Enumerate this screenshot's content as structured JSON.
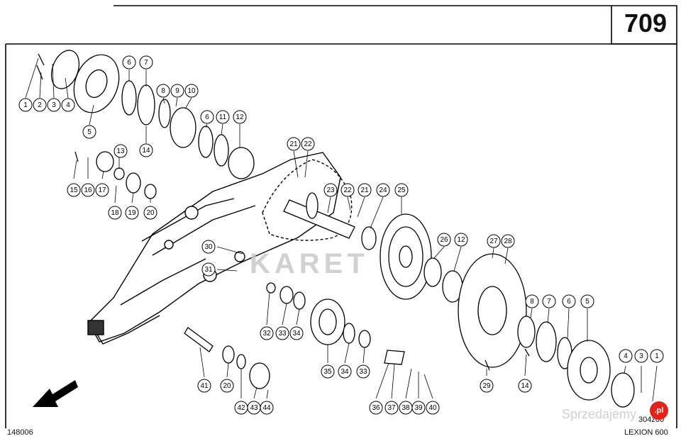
{
  "page_number": "709",
  "drawing_id": "148006",
  "reference_code": "304z00",
  "model_label": "LEXION 600",
  "watermark_text": "KARET",
  "watermark_site": "Sprzedajemy",
  "watermark_badge": ".pl",
  "callouts": [
    {
      "id": "c1a",
      "label": "1"
    },
    {
      "id": "c2a",
      "label": "2"
    },
    {
      "id": "c3a",
      "label": "3"
    },
    {
      "id": "c4a",
      "label": "4"
    },
    {
      "id": "c5a",
      "label": "5"
    },
    {
      "id": "c6a",
      "label": "6"
    },
    {
      "id": "c7a",
      "label": "7"
    },
    {
      "id": "c8a",
      "label": "8"
    },
    {
      "id": "c9",
      "label": "9"
    },
    {
      "id": "c10",
      "label": "10"
    },
    {
      "id": "c14a",
      "label": "14"
    },
    {
      "id": "c6b",
      "label": "6"
    },
    {
      "id": "c11",
      "label": "11"
    },
    {
      "id": "c12a",
      "label": "12"
    },
    {
      "id": "c13",
      "label": "13"
    },
    {
      "id": "c15",
      "label": "15"
    },
    {
      "id": "c16",
      "label": "16"
    },
    {
      "id": "c17",
      "label": "17"
    },
    {
      "id": "c18",
      "label": "18"
    },
    {
      "id": "c19",
      "label": "19"
    },
    {
      "id": "c20a",
      "label": "20"
    },
    {
      "id": "c21a",
      "label": "21"
    },
    {
      "id": "c22a",
      "label": "22"
    },
    {
      "id": "c23",
      "label": "23"
    },
    {
      "id": "c22b",
      "label": "22"
    },
    {
      "id": "c21b",
      "label": "21"
    },
    {
      "id": "c24",
      "label": "24"
    },
    {
      "id": "c25",
      "label": "25"
    },
    {
      "id": "c26",
      "label": "26"
    },
    {
      "id": "c12b",
      "label": "12"
    },
    {
      "id": "c27",
      "label": "27"
    },
    {
      "id": "c28",
      "label": "28"
    },
    {
      "id": "c30",
      "label": "30"
    },
    {
      "id": "c31",
      "label": "31"
    },
    {
      "id": "c8b",
      "label": "8"
    },
    {
      "id": "c7b",
      "label": "7"
    },
    {
      "id": "c6c",
      "label": "6"
    },
    {
      "id": "c5b",
      "label": "5"
    },
    {
      "id": "c32",
      "label": "32"
    },
    {
      "id": "c33a",
      "label": "33"
    },
    {
      "id": "c34a",
      "label": "34"
    },
    {
      "id": "c35",
      "label": "35"
    },
    {
      "id": "c34b",
      "label": "34"
    },
    {
      "id": "c33b",
      "label": "33"
    },
    {
      "id": "c14b",
      "label": "14"
    },
    {
      "id": "c29",
      "label": "29"
    },
    {
      "id": "c41",
      "label": "41"
    },
    {
      "id": "c20b",
      "label": "20"
    },
    {
      "id": "c42",
      "label": "42"
    },
    {
      "id": "c43",
      "label": "43"
    },
    {
      "id": "c44",
      "label": "44"
    },
    {
      "id": "c36",
      "label": "36"
    },
    {
      "id": "c37",
      "label": "37"
    },
    {
      "id": "c38",
      "label": "38"
    },
    {
      "id": "c39",
      "label": "39"
    },
    {
      "id": "c40",
      "label": "40"
    },
    {
      "id": "c4b",
      "label": "4"
    },
    {
      "id": "c3b",
      "label": "3"
    },
    {
      "id": "c1b",
      "label": "1"
    }
  ]
}
